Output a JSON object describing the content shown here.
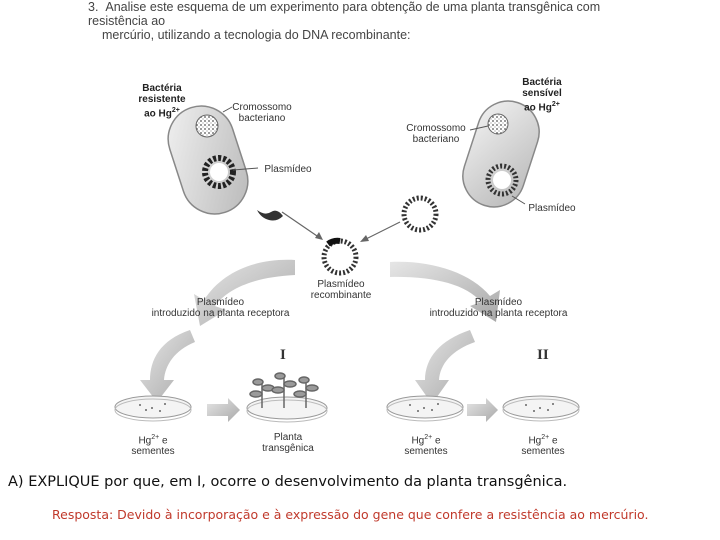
{
  "question": {
    "number": "3.",
    "line1": "Analise este esquema de um experimento para obtenção de uma planta transgênica com resistência ao",
    "line2": "mercúrio, utilizando a tecnologia do DNA recombinante:"
  },
  "diagram": {
    "bact_res_1": "Bactéria",
    "bact_res_2": "resistente",
    "bact_res_3": "ao Hg",
    "bact_sens_1": "Bactéria",
    "bact_sens_2": "sensível",
    "bact_sens_3": "ao Hg",
    "sup": "2+",
    "chrom_left_1": "Cromossomo",
    "chrom_left_2": "bacteriano",
    "chrom_right_1": "Cromossomo",
    "chrom_right_2": "bacteriano",
    "plasmid_left": "Plasmídeo",
    "plasmid_right": "Plasmídeo",
    "recomb_1": "Plasmídeo",
    "recomb_2": "recombinante",
    "introduced_left_1": "Plasmídeo",
    "introduced_left_2": "introduzido na planta receptora",
    "introduced_right_1": "Plasmídeo",
    "introduced_right_2": "introduzido na planta receptora",
    "roman_1": "I",
    "roman_2": "II",
    "dish1_1": "Hg",
    "dish1_2": "e",
    "dish1_3": "sementes",
    "dish2_1": "Planta",
    "dish2_2": "transgênica",
    "dish3_1": "Hg",
    "dish3_2": "e",
    "dish3_3": "sementes",
    "dish4_1": "Hg",
    "dish4_2": "e",
    "dish4_3": "sementes"
  },
  "item_a": {
    "label": "A)",
    "text": "EXPLIQUE por que, em I, ocorre o desenvolvimento da planta transgênica."
  },
  "answer": {
    "text": "Resposta: Devido à incorporação e à expressão do gene que confere a resistência ao mercúrio."
  }
}
